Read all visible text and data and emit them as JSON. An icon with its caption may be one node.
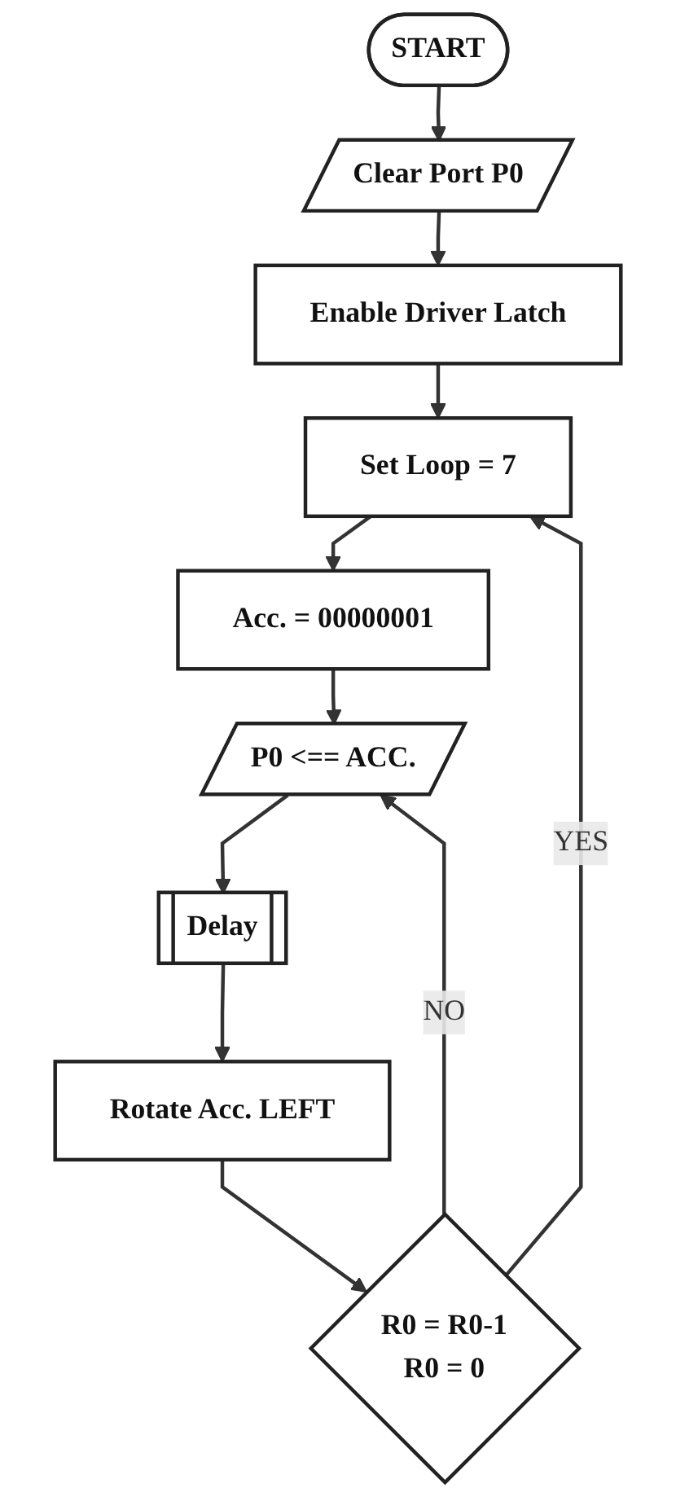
{
  "diagram": {
    "nodes": [
      {
        "text": [
          "START"
        ]
      },
      {
        "text": [
          "Clear Port P0"
        ]
      },
      {
        "text": [
          "Enable Driver Latch"
        ]
      },
      {
        "text": [
          "Set Loop = 7"
        ]
      },
      {
        "text": [
          "Acc. = 00000001"
        ]
      },
      {
        "text": [
          "P0 <== ACC."
        ]
      },
      {
        "text": [
          "Delay"
        ]
      },
      {
        "text": [
          "Rotate Acc. LEFT"
        ]
      },
      {
        "text": [
          "R0 = R0-1",
          "R0 = 0"
        ]
      }
    ],
    "edges": [
      {
        "from": 0,
        "to": 1,
        "arrow": "to"
      },
      {
        "from": 1,
        "to": 2,
        "arrow": "to"
      },
      {
        "from": 2,
        "to": 3,
        "arrow": "to"
      },
      {
        "from": 3,
        "to": 4,
        "arrow": "to"
      },
      {
        "from": 4,
        "to": 5,
        "arrow": "to"
      },
      {
        "from": 5,
        "to": 6,
        "arrow": "to"
      },
      {
        "from": 6,
        "to": 7,
        "arrow": "to"
      },
      {
        "from": 7,
        "to": 8,
        "arrow": "to"
      },
      {
        "from": 8,
        "to": 5,
        "arrow": "to",
        "label": "NO"
      },
      {
        "from": 8,
        "to": 3,
        "arrow": "to",
        "label": "YES"
      }
    ]
  }
}
